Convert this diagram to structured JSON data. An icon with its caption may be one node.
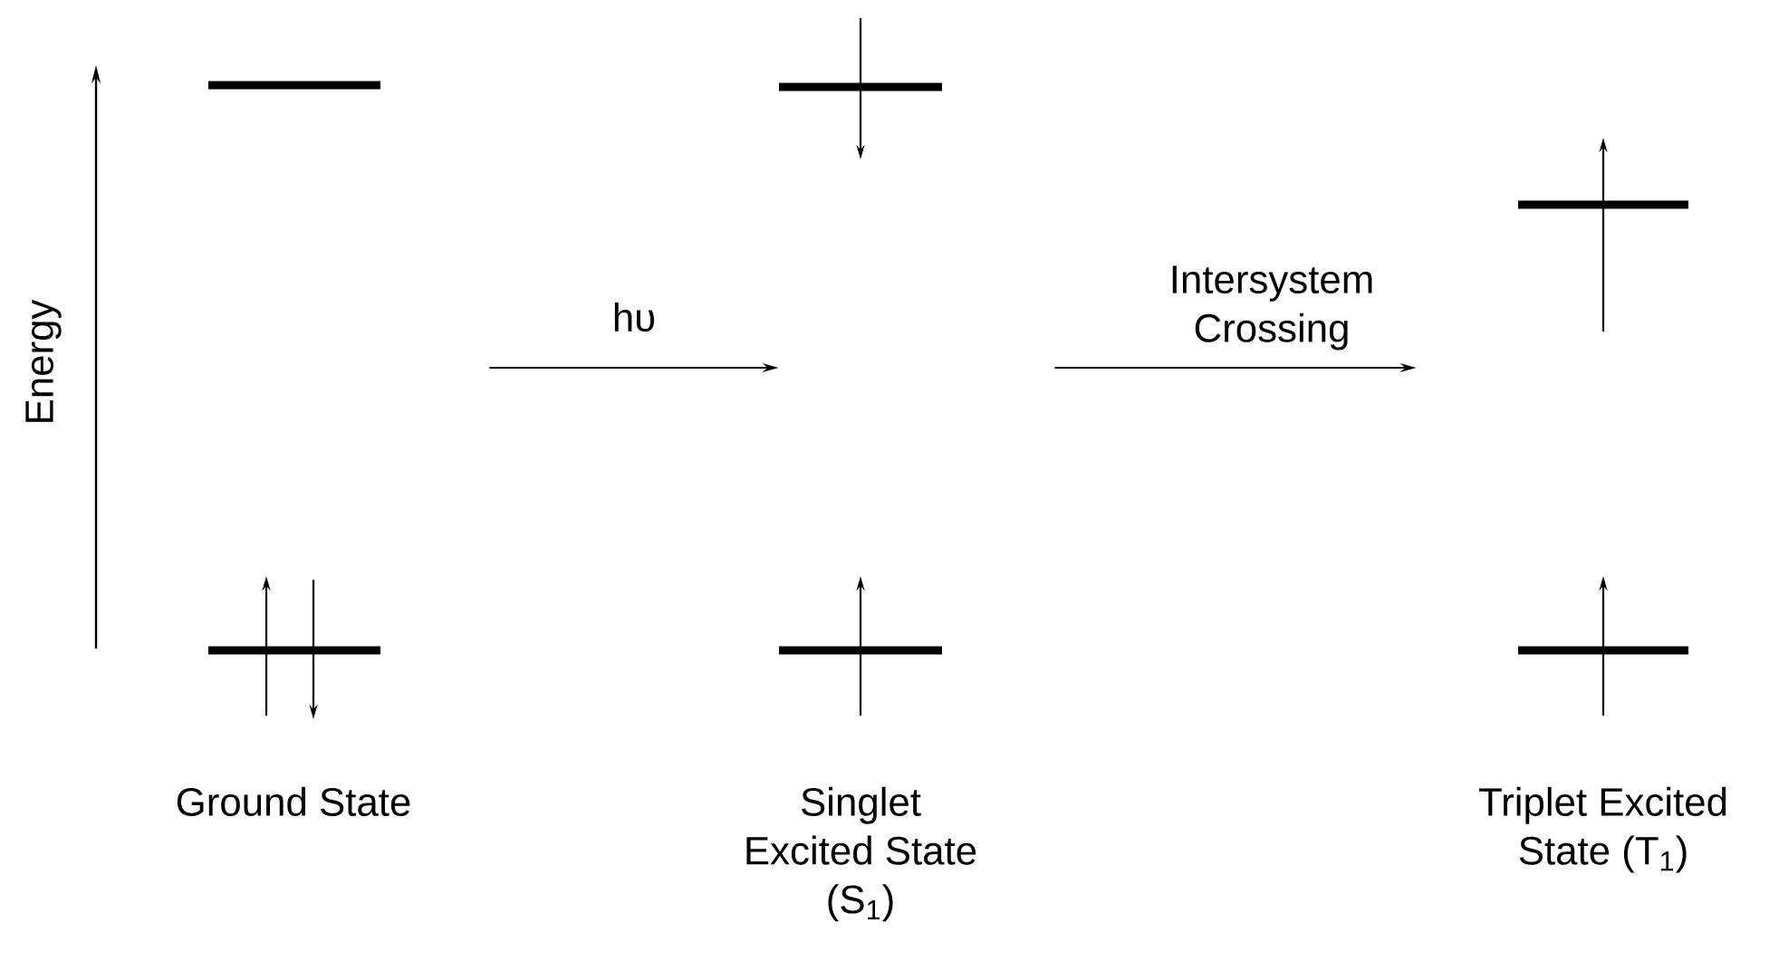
{
  "diagram": {
    "nodes": [
      {
        "text": [
          "Ground State"
        ]
      },
      {
        "text": [
          "Singlet Excited State (S$_{1}$)"
        ]
      },
      {
        "text": [
          "Triplet Excited State (T$_{1}$)"
        ]
      }
    ],
    "edges": [
      {
        "from": 0,
        "to": 1,
        "arrow": "to",
        "label": "hυ"
      },
      {
        "from": 1,
        "to": 2,
        "arrow": "to",
        "label": "Intersystem Crossing"
      }
    ],
    "labels": [
      "Energy"
    ]
  }
}
